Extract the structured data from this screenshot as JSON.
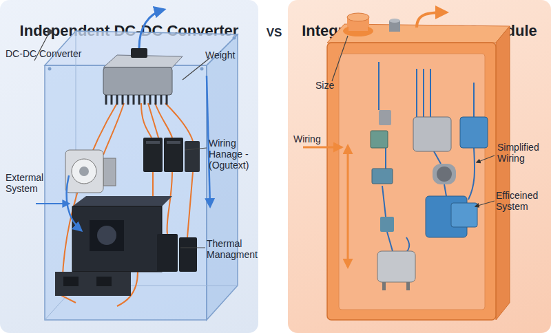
{
  "diagram": {
    "nodes": [
      {
        "text": [
          "Independent DC-DC Converter"
        ]
      },
      {
        "text": [
          "Integrated OBC + DC-DC module"
        ]
      }
    ],
    "labels": [
      "VS",
      "DC-DC Converter",
      "Weight",
      "Wiring Hanage - (Ogutext)",
      "Extermal System",
      "Thermal Managment",
      "Size",
      "Wiring",
      "Simplified Wiring",
      "Efficeined System"
    ]
  }
}
